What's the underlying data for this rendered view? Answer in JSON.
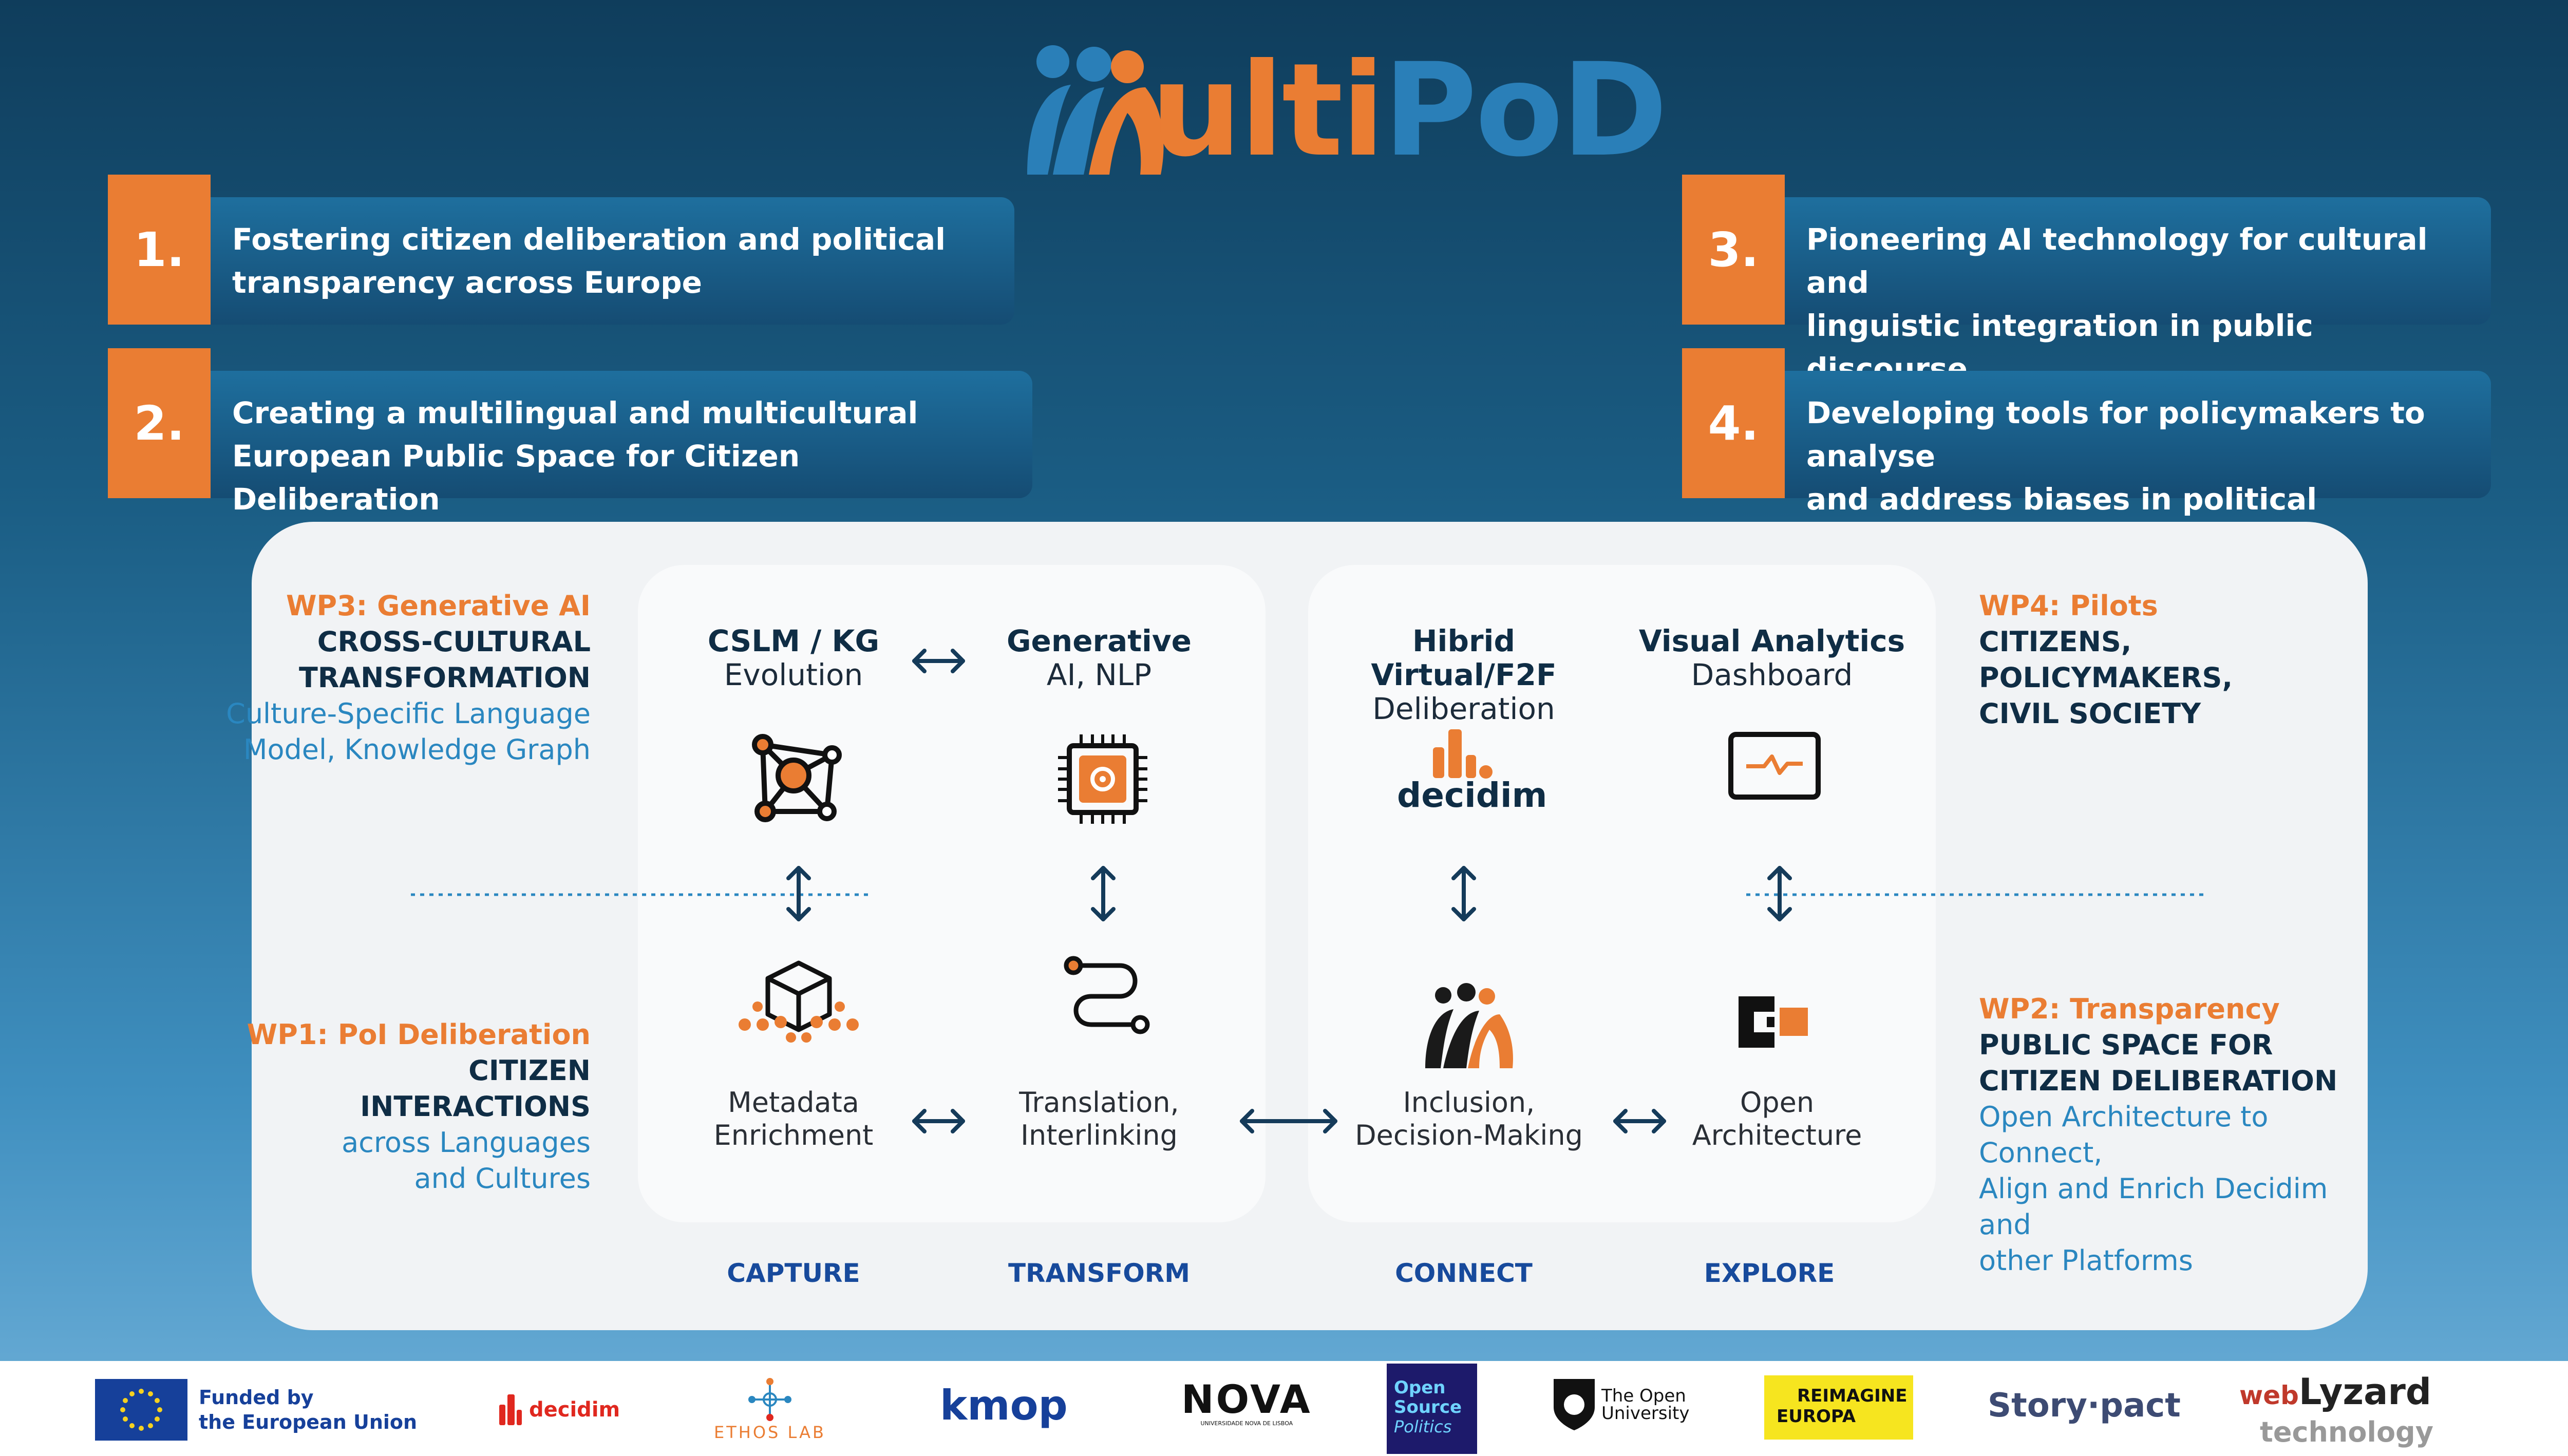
{
  "logo": {
    "text_part1": "ulti",
    "text_part2": "PoD",
    "accent_color": "#ea7d33",
    "brand_color": "#2a7fb8"
  },
  "goals": [
    {
      "number": "1.",
      "line1": "Fostering citizen deliberation and political",
      "line2": "transparency across Europe"
    },
    {
      "number": "2.",
      "line1": "Creating a multilingual and multicultural",
      "line2": "European Public Space for Citizen Deliberation"
    },
    {
      "number": "3.",
      "line1": "Pioneering AI technology for cultural and",
      "line2": "linguistic integration in public discourse"
    },
    {
      "number": "4.",
      "line1": "Developing tools for policymakers to analyse",
      "line2": "and address biases in political communication"
    }
  ],
  "wp3": {
    "title": "WP3: Generative AI",
    "sub1": "CROSS-CULTURAL",
    "sub2": "TRANSFORMATION",
    "desc1": "Culture-Specific Language",
    "desc2": "Model, Knowledge Graph"
  },
  "wp1": {
    "title": "WP1: PoI Deliberation",
    "sub1": "CITIZEN",
    "sub2": "INTERACTIONS",
    "desc1": "across Languages",
    "desc2": "and Cultures"
  },
  "wp4": {
    "title": "WP4: Pilots",
    "sub1": "CITIZENS,",
    "sub2": "POLICYMAKERS,",
    "sub3": "CIVIL SOCIETY"
  },
  "wp2": {
    "title": "WP2: Transparency",
    "sub1": "PUBLIC SPACE FOR",
    "sub2": "CITIZEN DELIBERATION",
    "desc1": "Open Architecture to Connect,",
    "desc2": "Align and Enrich Decidim and",
    "desc3": "other Platforms"
  },
  "components": {
    "cslm": {
      "line1": "CSLM / KG",
      "line2": "Evolution"
    },
    "genai": {
      "line1": "Generative",
      "line2": "AI, NLP"
    },
    "hybrid": {
      "line1": "Hibrid Virtual/F2F",
      "line2": "Deliberation"
    },
    "visual": {
      "line1": "Visual Analytics",
      "line2": "Dashboard"
    },
    "metadata": {
      "line1": "Metadata",
      "line2": "Enrichment"
    },
    "translation": {
      "line1": "Translation,",
      "line2": "Interlinking"
    },
    "inclusion": {
      "line1": "Inclusion,",
      "line2": "Decision-Making"
    },
    "open": {
      "line1": "Open",
      "line2": "Architecture"
    },
    "decidim_word": "decidim"
  },
  "phases": [
    "CAPTURE",
    "TRANSFORM",
    "CONNECT",
    "EXPLORE"
  ],
  "footer": {
    "eu_line1": "Funded by",
    "eu_line2": "the European Union",
    "sponsors": [
      "decidim",
      "ETHOS LAB",
      "kmop",
      "NOVA",
      "UNIVERSIDADE NOVA DE LISBOA",
      "Open",
      "Source",
      "Politics",
      "The Open",
      "University",
      "REIMAGINE",
      "EUROPA",
      "Story·pact",
      "web",
      "Lyzard",
      "technology"
    ]
  },
  "colors": {
    "orange": "#ea7d33",
    "navy": "#0f2d45",
    "blue": "#2a87c0",
    "phase_blue": "#174a9c"
  }
}
